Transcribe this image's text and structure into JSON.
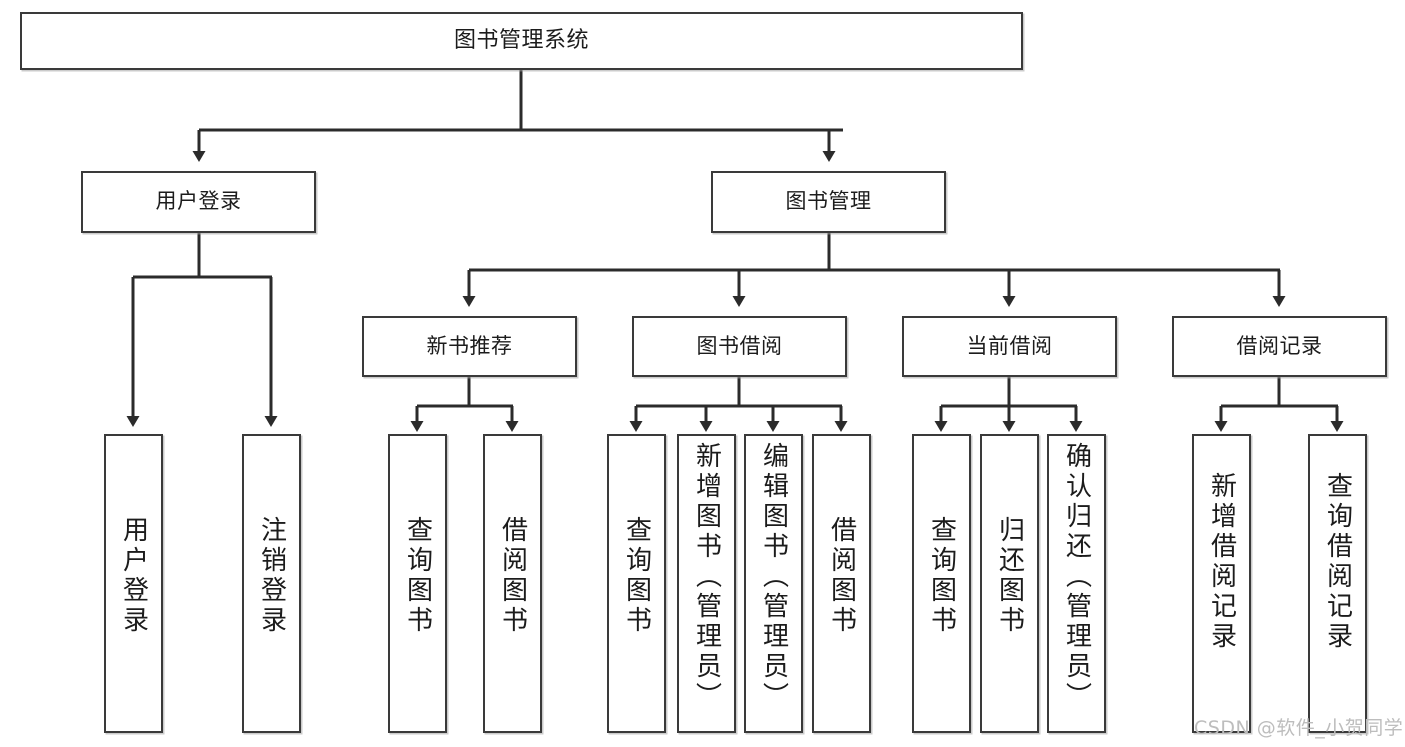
{
  "diagram": {
    "type": "tree",
    "title": "图书管理系统",
    "watermark": "CSDN @软件_小贺同学",
    "colors": {
      "box_border": "#3a3a3a",
      "box_fill": "#ffffff",
      "edge": "#2b2b2b",
      "text": "#1c1c1c",
      "watermark": "#bdbdbd"
    },
    "levels": {
      "root": {
        "label": "图书管理系统"
      },
      "level2": [
        {
          "id": "user-login",
          "label": "用户登录"
        },
        {
          "id": "book-management",
          "label": "图书管理"
        }
      ],
      "level3": [
        {
          "id": "new-book-recommend",
          "label": "新书推荐",
          "parent": "book-management"
        },
        {
          "id": "book-borrow",
          "label": "图书借阅",
          "parent": "book-management"
        },
        {
          "id": "current-borrow",
          "label": "当前借阅",
          "parent": "book-management"
        },
        {
          "id": "borrow-record",
          "label": "借阅记录",
          "parent": "book-management"
        }
      ],
      "leaves": [
        {
          "id": "leaf-user-login",
          "label": "用户登录",
          "parent": "user-login"
        },
        {
          "id": "leaf-logout-login",
          "label": "注销登录",
          "parent": "user-login"
        },
        {
          "id": "leaf-query-book-1",
          "label": "查询图书",
          "parent": "new-book-recommend"
        },
        {
          "id": "leaf-borrow-book-1",
          "label": "借阅图书",
          "parent": "new-book-recommend"
        },
        {
          "id": "leaf-query-book-2",
          "label": "查询图书",
          "parent": "book-borrow"
        },
        {
          "id": "leaf-add-book",
          "label": "新增图书（管理员）",
          "parent": "book-borrow"
        },
        {
          "id": "leaf-edit-book",
          "label": "编辑图书（管理员）",
          "parent": "book-borrow"
        },
        {
          "id": "leaf-borrow-book-2",
          "label": "借阅图书",
          "parent": "book-borrow"
        },
        {
          "id": "leaf-query-book-3",
          "label": "查询图书",
          "parent": "current-borrow"
        },
        {
          "id": "leaf-return-book",
          "label": "归还图书",
          "parent": "current-borrow"
        },
        {
          "id": "leaf-confirm-return",
          "label": "确认归还（管理员）",
          "parent": "current-borrow"
        },
        {
          "id": "leaf-add-record",
          "label": "新增借阅记录",
          "parent": "borrow-record"
        },
        {
          "id": "leaf-query-record",
          "label": "查询借阅记录",
          "parent": "borrow-record"
        }
      ]
    }
  }
}
